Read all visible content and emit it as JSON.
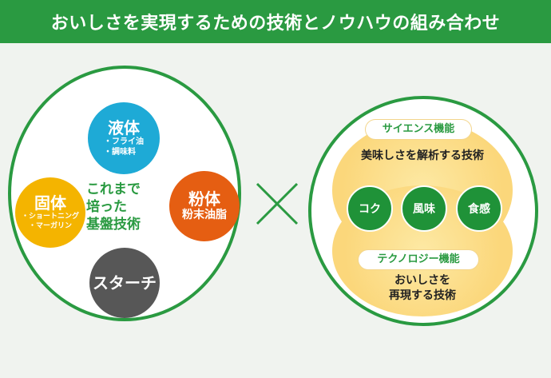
{
  "header": {
    "title": "おいしさを実現するための技術とノウハウの組み合わせ"
  },
  "left": {
    "center_label_lines": [
      "これまで",
      "培った",
      "基盤技術"
    ],
    "liquid": {
      "title": "液体",
      "items": [
        "・フライ油",
        "・調味料"
      ],
      "color": "#1eaad6"
    },
    "solid": {
      "title": "固体",
      "items": [
        "・ショートニング",
        "・マーガリン"
      ],
      "color": "#f4b400"
    },
    "powder": {
      "title": "粉体",
      "subtitle": "粉末油脂",
      "color": "#e55e12"
    },
    "starch": {
      "title": "スターチ",
      "color": "#575757"
    }
  },
  "right": {
    "science_pill": "サイエンス機能",
    "science_text": "美味しさを解析する技術",
    "nodes": [
      "コク",
      "風味",
      "食感"
    ],
    "tech_pill": "テクノロジー機能",
    "tech_text_lines": [
      "おいしさを",
      "再現する技術"
    ]
  },
  "colors": {
    "brand_green": "#2a9a41",
    "node_green": "#1f9238",
    "glow_yellow": "#fbd77b",
    "background": "#f0f3ef"
  }
}
